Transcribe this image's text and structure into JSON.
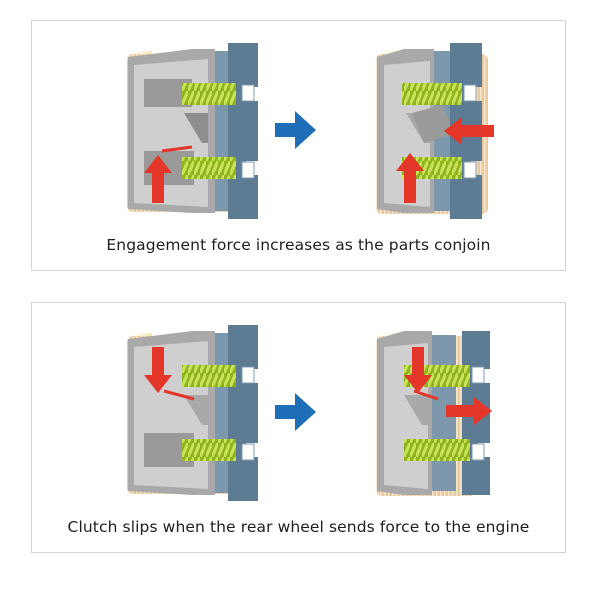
{
  "panels": [
    {
      "caption": "Engagement force increases as the parts conjoin"
    },
    {
      "caption": "Clutch slips when the rear wheel sends force to the engine"
    }
  ],
  "colors": {
    "housing_dark": "#5e7b94",
    "housing_mid": "#7d98ad",
    "plate_light": "#cfcfcf",
    "plate_dark": "#9a9a9a",
    "friction_tan": "#e8c9a0",
    "glow_yellow": "#f7df8a",
    "spring_green": "#a8cc2a",
    "force_red": "#e5362a",
    "arrow_blue": "#1f6fb8",
    "border": "#d4d4d4"
  },
  "icons": [
    "clutch-cross-section",
    "spring-icon",
    "force-arrow-icon",
    "transition-arrow-icon"
  ]
}
